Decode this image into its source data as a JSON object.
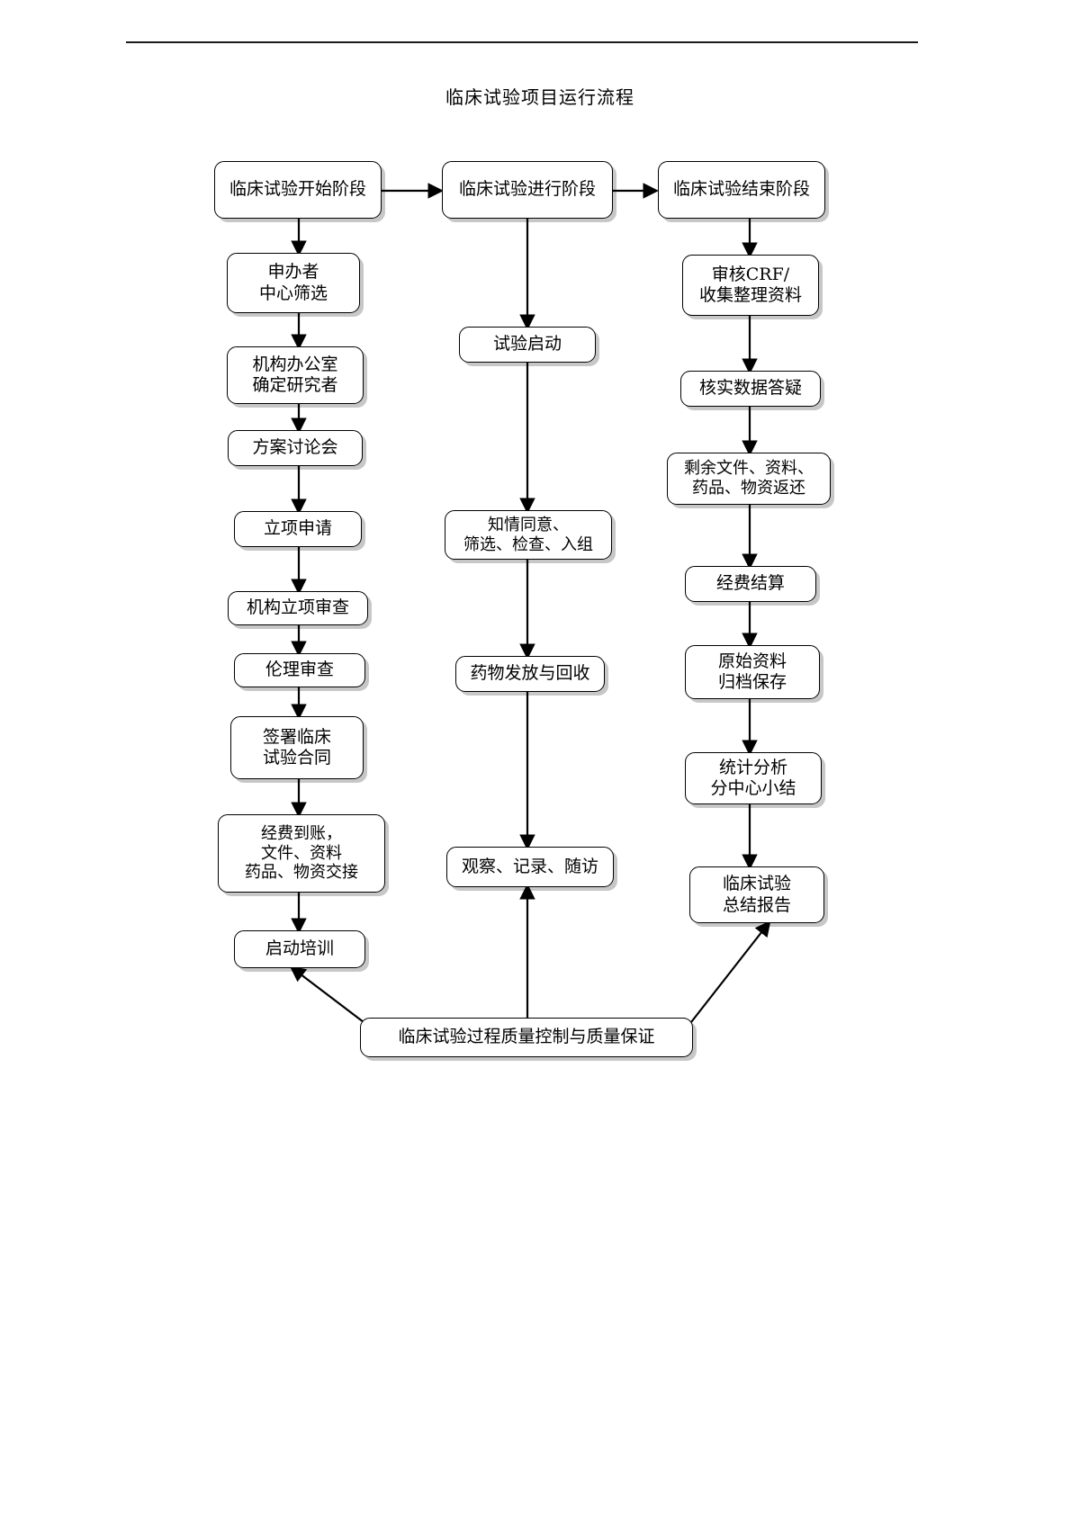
{
  "document": {
    "title": "临床试验项目运行流程",
    "divider": "horizontal-rule"
  },
  "chart_data": {
    "type": "flowchart",
    "title": "临床试验项目运行流程",
    "orientation": "three-column-vertical",
    "columns": [
      {
        "name": "start-phase",
        "header": "临床试验开始阶段",
        "steps": [
          "申办者\n中心筛选",
          "机构办公室\n确定研究者",
          "方案讨论会",
          "立项申请",
          "机构立项审查",
          "伦理审查",
          "签署临床\n试验合同",
          "经费到账，\n文件、资料\n药品、物资交接",
          "启动培训"
        ]
      },
      {
        "name": "conduct-phase",
        "header": "临床试验进行阶段",
        "steps": [
          "试验启动",
          "知情同意、\n筛选、检查、入组",
          "药物发放与回收",
          "观察、记录、随访"
        ]
      },
      {
        "name": "close-phase",
        "header": "临床试验结束阶段",
        "steps": [
          "审核CRF/\n收集整理资料",
          "核实数据答疑",
          "剩余文件、资料、\n药品、物资返还",
          "经费结算",
          "原始资料\n归档保存",
          "统计分析\n分中心小结",
          "临床试验\n总结报告"
        ]
      }
    ],
    "footer_node": "临床试验过程质量控制与质量保证",
    "edges": [
      {
        "from": "临床试验开始阶段",
        "to": "临床试验进行阶段",
        "style": "arrow-right"
      },
      {
        "from": "临床试验进行阶段",
        "to": "临床试验结束阶段",
        "style": "arrow-right"
      },
      {
        "from": "临床试验过程质量控制与质量保证",
        "to": "启动培训",
        "style": "arrow-diagonal-up-left"
      },
      {
        "from": "临床试验过程质量控制与质量保证",
        "to": "观察、记录、随访",
        "style": "arrow-up"
      },
      {
        "from": "临床试验过程质量控制与质量保证",
        "to": "临床试验总结报告",
        "style": "arrow-diagonal-up-right"
      }
    ],
    "colors": {
      "node_border": "#000000",
      "node_fill": "#ffffff",
      "shadow": "#c9c9c9",
      "connector": "#000000",
      "text": "#000000"
    }
  },
  "nodes": {
    "c1_header": "临床试验开始阶段",
    "c1_s1": "申办者\n中心筛选",
    "c1_s2": "机构办公室\n确定研究者",
    "c1_s3": "方案讨论会",
    "c1_s4": "立项申请",
    "c1_s5": "机构立项审查",
    "c1_s6": "伦理审查",
    "c1_s7": "签署临床\n试验合同",
    "c1_s8": "经费到账，\n文件、资料\n药品、物资交接",
    "c1_s9": "启动培训",
    "c2_header": "临床试验进行阶段",
    "c2_s1": "试验启动",
    "c2_s2": "知情同意、\n筛选、检查、入组",
    "c2_s3": "药物发放与回收",
    "c2_s4": "观察、记录、随访",
    "c3_header": "临床试验结束阶段",
    "c3_s1": "审核CRF/\n收集整理资料",
    "c3_s2": "核实数据答疑",
    "c3_s3": "剩余文件、资料、\n药品、物资返还",
    "c3_s4": "经费结算",
    "c3_s5": "原始资料\n归档保存",
    "c3_s6": "统计分析\n分中心小结",
    "c3_s7": "临床试验\n总结报告",
    "footer": "临床试验过程质量控制与质量保证"
  }
}
